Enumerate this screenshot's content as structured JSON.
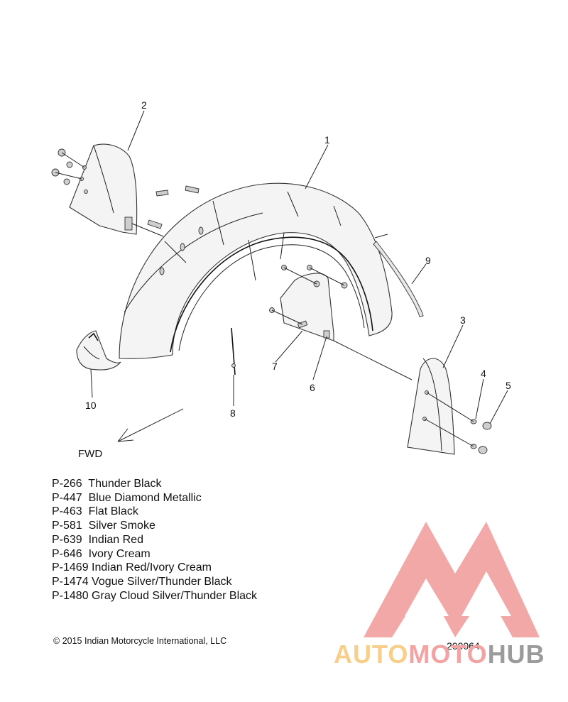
{
  "callouts": [
    "1",
    "2",
    "3",
    "4",
    "5",
    "6",
    "7",
    "8",
    "9",
    "10"
  ],
  "direction_label": "FWD",
  "legend": [
    "P-266  Thunder Black",
    "P-447  Blue Diamond Metallic",
    "P-463  Flat Black",
    "P-581  Silver Smoke",
    "P-639  Indian Red",
    "P-646  Ivory Cream",
    "P-1469 Indian Red/Ivory Cream",
    "P-1474 Vogue Silver/Thunder Black",
    "P-1480 Gray Cloud Silver/Thunder Black"
  ],
  "copyright_symbol": "©",
  "copyright": "2015 Indian Motorcycle International, LLC",
  "drawing_number": "200064",
  "watermark": {
    "brand_parts": [
      "AUTO",
      "MOTO",
      "HUB"
    ],
    "colors": {
      "auto": "#f7cf8a",
      "moto": "#f2a4a4",
      "hub": "#9b9b9b",
      "logo": "#f29a9a"
    }
  }
}
